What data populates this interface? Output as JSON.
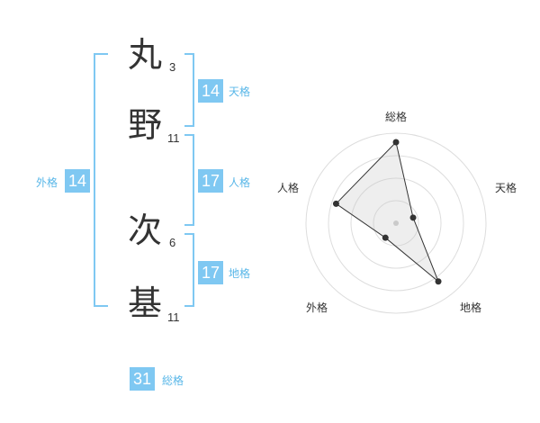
{
  "name": {
    "chars": [
      {
        "kanji": "丸",
        "strokes": "3"
      },
      {
        "kanji": "野",
        "strokes": "11"
      },
      {
        "kanji": "次",
        "strokes": "6"
      },
      {
        "kanji": "基",
        "strokes": "11"
      }
    ]
  },
  "fortunes": {
    "tenkaku": {
      "value": "14",
      "label": "天格"
    },
    "jinkaku": {
      "value": "17",
      "label": "人格"
    },
    "chikaku": {
      "value": "17",
      "label": "地格"
    },
    "gaikaku": {
      "value": "14",
      "label": "外格"
    },
    "soukaku": {
      "value": "31",
      "label": "総格"
    }
  },
  "colors": {
    "accent": "#7fc8f2",
    "accent_text": "#59b7e8",
    "bracket": "#7fc8f2"
  },
  "chart_data": {
    "type": "radar",
    "axes": [
      "総格",
      "天格",
      "地格",
      "外格",
      "人格"
    ],
    "values": [
      0.9,
      0.2,
      0.8,
      0.2,
      0.7
    ],
    "range": [
      0,
      1
    ],
    "rings": 4
  }
}
